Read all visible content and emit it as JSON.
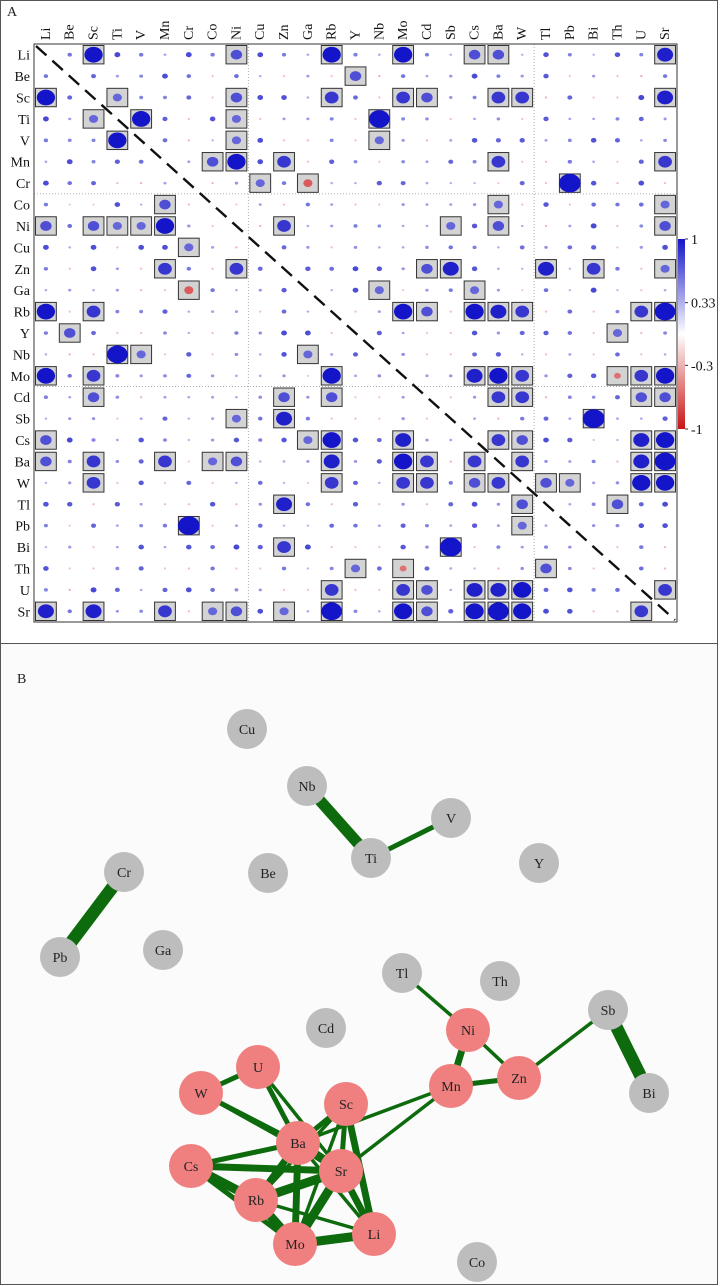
{
  "panel_a": {
    "label": "A",
    "variables": [
      "Li",
      "Be",
      "Sc",
      "Ti",
      "V",
      "Mn",
      "Cr",
      "Co",
      "Ni",
      "Cu",
      "Zn",
      "Ga",
      "Rb",
      "Y",
      "Nb",
      "Mo",
      "Cd",
      "Sb",
      "Cs",
      "Ba",
      "W",
      "Tl",
      "Pb",
      "Bi",
      "Th",
      "U",
      "Sr"
    ],
    "colorbar": {
      "ticks": [
        "1",
        "0.33",
        "-0.3",
        "-1"
      ],
      "high_color": "#1414c8",
      "mid_color": "#ffffff",
      "low_color": "#c81414"
    },
    "cell_colors": {
      "box_fill": "#d3d3d3",
      "box_stroke": "#333333",
      "grid": "#d8d8d8",
      "diagonal": "#111111"
    },
    "chart_data": {
      "type": "heatmap",
      "note_scale": "correlation coefficient, -1 to 1",
      "strong_pairs": [
        [
          "Li",
          "Sc",
          0.8
        ],
        [
          "Li",
          "Ni",
          0.5
        ],
        [
          "Li",
          "Rb",
          0.8
        ],
        [
          "Li",
          "Mo",
          0.8
        ],
        [
          "Li",
          "Cs",
          0.5
        ],
        [
          "Li",
          "Ba",
          0.5
        ],
        [
          "Li",
          "Sr",
          0.7
        ],
        [
          "Be",
          "Y",
          0.5
        ],
        [
          "Sc",
          "Ti",
          0.4
        ],
        [
          "Sc",
          "Ni",
          0.5
        ],
        [
          "Sc",
          "Rb",
          0.6
        ],
        [
          "Sc",
          "Mo",
          0.6
        ],
        [
          "Sc",
          "Cd",
          0.5
        ],
        [
          "Sc",
          "Ba",
          0.6
        ],
        [
          "Sc",
          "W",
          0.6
        ],
        [
          "Sc",
          "Sr",
          0.7
        ],
        [
          "Ti",
          "V",
          0.8
        ],
        [
          "Ti",
          "Ni",
          0.4
        ],
        [
          "Ti",
          "Nb",
          0.9
        ],
        [
          "V",
          "Ni",
          0.4
        ],
        [
          "V",
          "Nb",
          0.4
        ],
        [
          "Mn",
          "Co",
          0.5
        ],
        [
          "Mn",
          "Ni",
          0.8
        ],
        [
          "Mn",
          "Zn",
          0.6
        ],
        [
          "Mn",
          "Ba",
          0.6
        ],
        [
          "Mn",
          "Sr",
          0.6
        ],
        [
          "Cr",
          "Cu",
          0.4
        ],
        [
          "Cr",
          "Ga",
          -0.4
        ],
        [
          "Cr",
          "Pb",
          0.95
        ],
        [
          "Co",
          "Ba",
          0.4
        ],
        [
          "Co",
          "Sr",
          0.4
        ],
        [
          "Ni",
          "Zn",
          0.6
        ],
        [
          "Ni",
          "Sb",
          0.4
        ],
        [
          "Ni",
          "Ba",
          0.5
        ],
        [
          "Ni",
          "Sr",
          0.5
        ],
        [
          "Zn",
          "Cd",
          0.5
        ],
        [
          "Zn",
          "Sb",
          0.7
        ],
        [
          "Zn",
          "Tl",
          0.7
        ],
        [
          "Zn",
          "Bi",
          0.6
        ],
        [
          "Zn",
          "Sr",
          0.4
        ],
        [
          "Ga",
          "Nb",
          0.4
        ],
        [
          "Ga",
          "Cs",
          0.4
        ],
        [
          "Rb",
          "Mo",
          0.8
        ],
        [
          "Rb",
          "Cd",
          0.5
        ],
        [
          "Rb",
          "Cs",
          0.8
        ],
        [
          "Rb",
          "Ba",
          0.7
        ],
        [
          "Rb",
          "W",
          0.6
        ],
        [
          "Rb",
          "U",
          0.6
        ],
        [
          "Rb",
          "Sr",
          0.9
        ],
        [
          "Y",
          "Th",
          0.4
        ],
        [
          "Mo",
          "Cs",
          0.7
        ],
        [
          "Mo",
          "Ba",
          0.8
        ],
        [
          "Mo",
          "W",
          0.6
        ],
        [
          "Mo",
          "Th",
          -0.3
        ],
        [
          "Mo",
          "U",
          0.6
        ],
        [
          "Mo",
          "Sr",
          0.8
        ],
        [
          "Cd",
          "Ba",
          0.6
        ],
        [
          "Cd",
          "W",
          0.6
        ],
        [
          "Cd",
          "U",
          0.5
        ],
        [
          "Cd",
          "Sr",
          0.5
        ],
        [
          "Sb",
          "Bi",
          0.95
        ],
        [
          "Cs",
          "Ba",
          0.6
        ],
        [
          "Cs",
          "W",
          0.5
        ],
        [
          "Cs",
          "U",
          0.7
        ],
        [
          "Cs",
          "Sr",
          0.8
        ],
        [
          "Ba",
          "W",
          0.6
        ],
        [
          "Ba",
          "U",
          0.7
        ],
        [
          "Ba",
          "Sr",
          0.9
        ],
        [
          "W",
          "Tl",
          0.5
        ],
        [
          "W",
          "Pb",
          0.4
        ],
        [
          "W",
          "U",
          0.8
        ],
        [
          "W",
          "Sr",
          0.8
        ],
        [
          "Tl",
          "Th",
          0.5
        ],
        [
          "U",
          "Sr",
          0.6
        ]
      ]
    }
  },
  "panel_b": {
    "label": "B",
    "node_colors": {
      "cluster": "#f08080",
      "isolated": "#bdbdbd",
      "edge": "#0d6b0d"
    },
    "nodes": [
      {
        "id": "Cu",
        "group": "isolated",
        "pos": "upper-center"
      },
      {
        "id": "Nb",
        "group": "isolated"
      },
      {
        "id": "V",
        "group": "isolated"
      },
      {
        "id": "Ti",
        "group": "isolated"
      },
      {
        "id": "Be",
        "group": "isolated"
      },
      {
        "id": "Y",
        "group": "isolated"
      },
      {
        "id": "Cr",
        "group": "isolated"
      },
      {
        "id": "Pb",
        "group": "isolated"
      },
      {
        "id": "Ga",
        "group": "isolated"
      },
      {
        "id": "Tl",
        "group": "isolated"
      },
      {
        "id": "Th",
        "group": "isolated"
      },
      {
        "id": "Cd",
        "group": "isolated"
      },
      {
        "id": "Sb",
        "group": "isolated"
      },
      {
        "id": "Bi",
        "group": "isolated"
      },
      {
        "id": "Co",
        "group": "isolated"
      },
      {
        "id": "Ni",
        "group": "cluster"
      },
      {
        "id": "Mn",
        "group": "cluster"
      },
      {
        "id": "Zn",
        "group": "cluster"
      },
      {
        "id": "U",
        "group": "cluster"
      },
      {
        "id": "W",
        "group": "cluster"
      },
      {
        "id": "Sc",
        "group": "cluster"
      },
      {
        "id": "Ba",
        "group": "cluster"
      },
      {
        "id": "Cs",
        "group": "cluster"
      },
      {
        "id": "Sr",
        "group": "cluster"
      },
      {
        "id": "Rb",
        "group": "cluster"
      },
      {
        "id": "Mo",
        "group": "cluster"
      },
      {
        "id": "Li",
        "group": "cluster"
      }
    ],
    "edges": [
      [
        "Nb",
        "Ti",
        0.9
      ],
      [
        "Ti",
        "V",
        0.6
      ],
      [
        "Cr",
        "Pb",
        0.95
      ],
      [
        "Sb",
        "Bi",
        0.95
      ],
      [
        "Sb",
        "Zn",
        0.5
      ],
      [
        "Tl",
        "Ni",
        0.5
      ],
      [
        "Ni",
        "Mn",
        0.7
      ],
      [
        "Ni",
        "Zn",
        0.5
      ],
      [
        "Mn",
        "Zn",
        0.6
      ],
      [
        "Mn",
        "Ba",
        0.5
      ],
      [
        "Mn",
        "Sr",
        0.5
      ],
      [
        "W",
        "U",
        0.6
      ],
      [
        "W",
        "Ba",
        0.6
      ],
      [
        "W",
        "Sr",
        0.5
      ],
      [
        "U",
        "Ba",
        0.6
      ],
      [
        "U",
        "Sr",
        0.5
      ],
      [
        "Sc",
        "Ba",
        0.6
      ],
      [
        "Sc",
        "Sr",
        0.6
      ],
      [
        "Sc",
        "Li",
        0.7
      ],
      [
        "Sc",
        "Mo",
        0.5
      ],
      [
        "Sc",
        "Rb",
        0.5
      ],
      [
        "Cs",
        "Ba",
        0.6
      ],
      [
        "Cs",
        "Sr",
        0.7
      ],
      [
        "Cs",
        "Rb",
        0.8
      ],
      [
        "Cs",
        "Mo",
        0.6
      ],
      [
        "Ba",
        "Sr",
        0.8
      ],
      [
        "Ba",
        "Rb",
        0.7
      ],
      [
        "Ba",
        "Mo",
        0.7
      ],
      [
        "Ba",
        "Li",
        0.5
      ],
      [
        "Sr",
        "Rb",
        0.8
      ],
      [
        "Sr",
        "Mo",
        0.8
      ],
      [
        "Sr",
        "Li",
        0.7
      ],
      [
        "Rb",
        "Mo",
        0.8
      ],
      [
        "Rb",
        "Li",
        0.5
      ],
      [
        "Mo",
        "Li",
        0.8
      ]
    ]
  }
}
